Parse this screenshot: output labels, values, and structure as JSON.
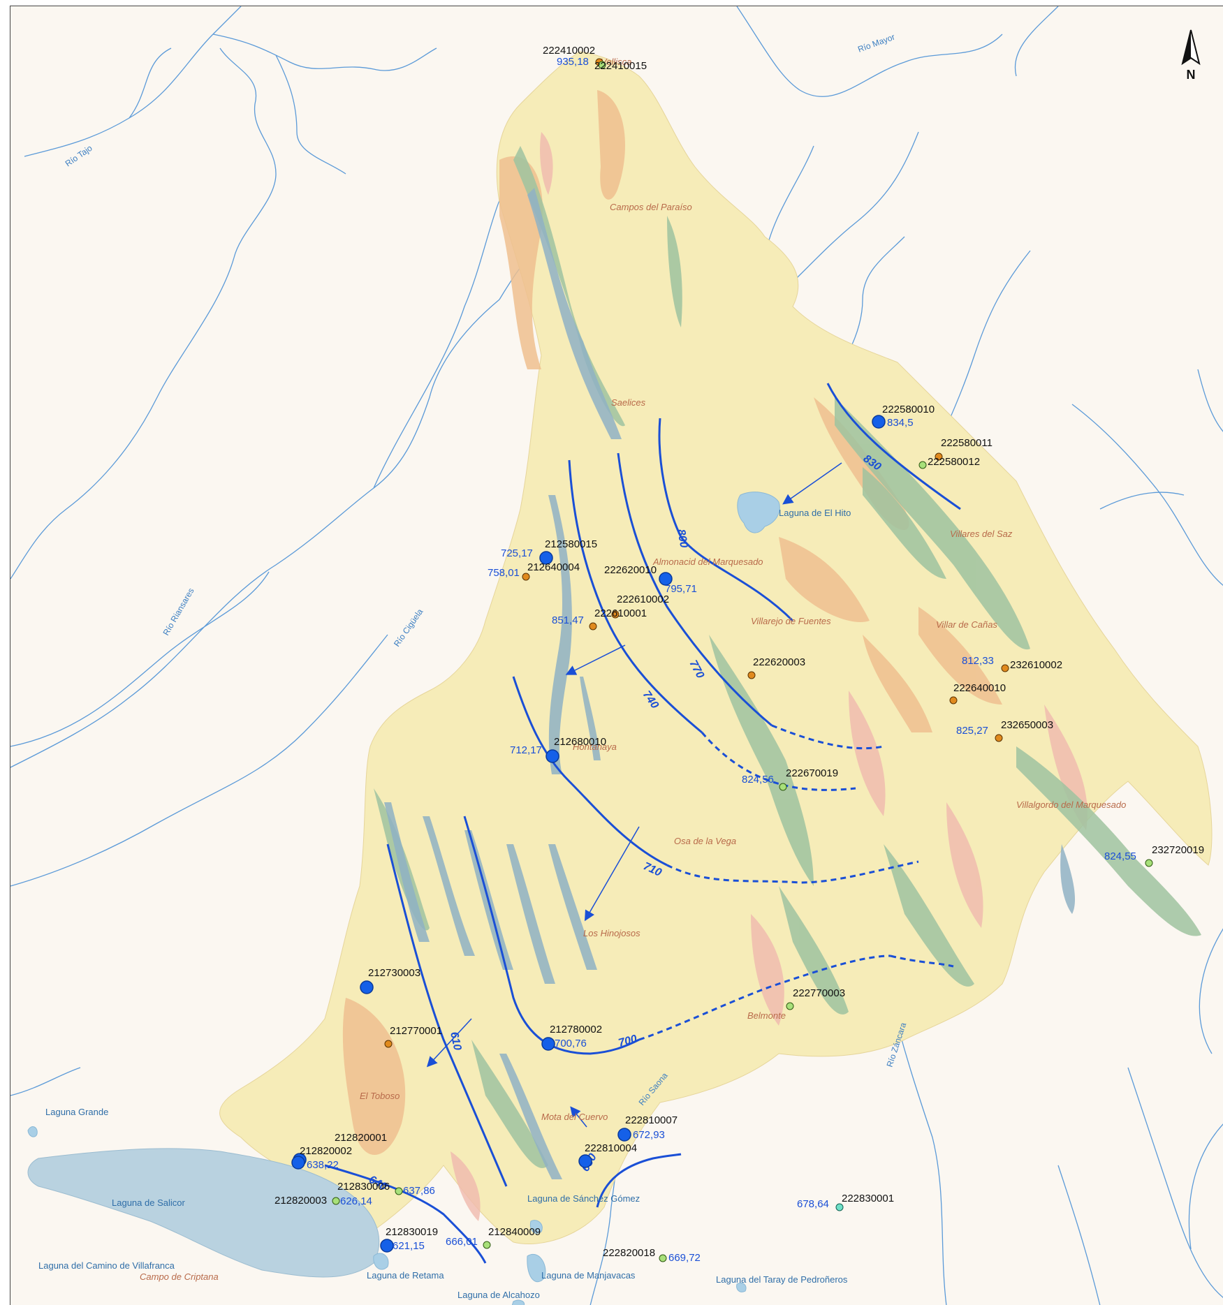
{
  "north": {
    "label": "N",
    "icon": "north-arrow-icon"
  },
  "colors": {
    "background": "#fbf7f1",
    "river": "#5b9ad8",
    "isopiezometric": "#1a4fd6",
    "lake": "#a9cfe6",
    "plain_yellow": "#f6ecb8",
    "green_band": "#9fc3a0",
    "blue_band": "#8fb2c4",
    "orange_band": "#efc08f",
    "pink_band": "#f0b9ae",
    "well_large": "#1560e8",
    "well_orange": "#e08a1e",
    "well_green": "#a8e07a",
    "well_cyan": "#6fe0c8"
  },
  "rivers": [
    "Río Mayor",
    "Río Tajo",
    "Río Riansares",
    "Río Cigüela",
    "Río Saona",
    "Río Záncara"
  ],
  "lakes": [
    "Laguna de El Hito",
    "Laguna Grande",
    "Laguna de Salicor",
    "Laguna del Camino de Villafranca",
    "Laguna de Retama",
    "Laguna de Sánchez Gómez",
    "Laguna de Manjavacas",
    "Laguna de Alcahozo",
    "Laguna del Taray de Pedroñeros"
  ],
  "towns": [
    "Vellisca",
    "Campos del Paraíso",
    "Saelices",
    "Almonacid del Marquesado",
    "Villarejo de Fuentes",
    "Villar de Cañas",
    "Villares del Saz",
    "Villalgordo del Marquesado",
    "Hontanaya",
    "Osa de la Vega",
    "Los Hinojosos",
    "Belmonte",
    "El Toboso",
    "Mota del Cuervo",
    "Campo de Criptana"
  ],
  "isolines": [
    "830",
    "800",
    "770",
    "740",
    "710",
    "700",
    "680",
    "640",
    "610"
  ],
  "wells": [
    {
      "id": "222410002",
      "value": "935,18"
    },
    {
      "id": "222410015",
      "value": ""
    },
    {
      "id": "222580010",
      "value": "834,5"
    },
    {
      "id": "222580011",
      "value": ""
    },
    {
      "id": "222580012",
      "value": ""
    },
    {
      "id": "212580015",
      "value": "725,17"
    },
    {
      "id": "212640004",
      "value": "758,01"
    },
    {
      "id": "222620010",
      "value": "795,71"
    },
    {
      "id": "222610002",
      "value": ""
    },
    {
      "id": "222610001",
      "value": "851,47"
    },
    {
      "id": "222620003",
      "value": ""
    },
    {
      "id": "232610002",
      "value": "812,33"
    },
    {
      "id": "222640010",
      "value": ""
    },
    {
      "id": "232650003",
      "value": "825,27"
    },
    {
      "id": "212680010",
      "value": "712,17"
    },
    {
      "id": "222670019",
      "value": "824,56"
    },
    {
      "id": "232720019",
      "value": "824,55"
    },
    {
      "id": "212730003",
      "value": ""
    },
    {
      "id": "222770003",
      "value": ""
    },
    {
      "id": "212770001",
      "value": ""
    },
    {
      "id": "212780002",
      "value": "700,76"
    },
    {
      "id": "222810007",
      "value": "672,93"
    },
    {
      "id": "222810004",
      "value": ""
    },
    {
      "id": "212820001",
      "value": ""
    },
    {
      "id": "212820002",
      "value": "638,22"
    },
    {
      "id": "212830006",
      "value": "637,86"
    },
    {
      "id": "212820003",
      "value": "626,14"
    },
    {
      "id": "212830019",
      "value": "621,15"
    },
    {
      "id": "212840009",
      "value": "666,01"
    },
    {
      "id": "222820018",
      "value": "669,72"
    },
    {
      "id": "222830001",
      "value": "678,64"
    }
  ]
}
